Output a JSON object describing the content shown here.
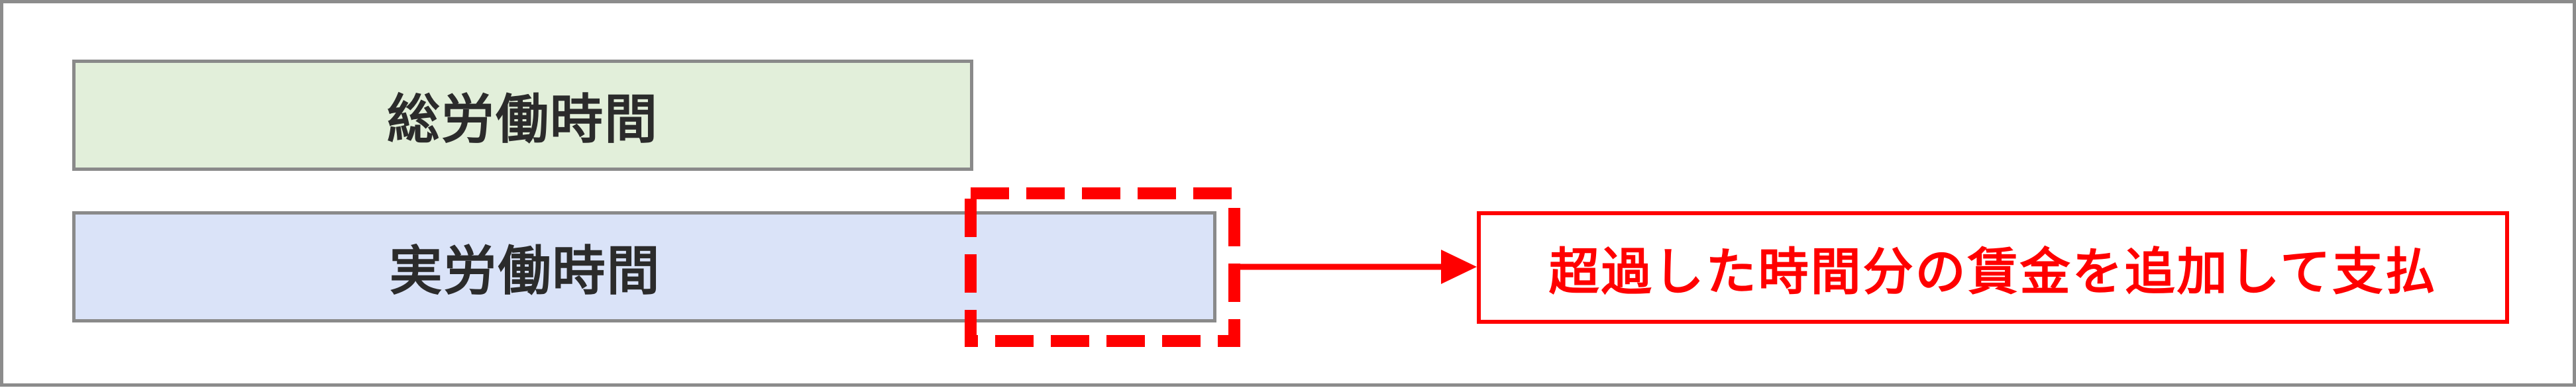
{
  "bars": {
    "total_label": "総労働時間",
    "actual_label": "実労働時間"
  },
  "callout": {
    "text": "超過した時間分の賃金を追加して支払"
  },
  "colors": {
    "total_fill": "#e2efda",
    "actual_fill": "#dae3f8",
    "border_gray": "#8a8a8a",
    "highlight_red": "#ff0000"
  },
  "icons": {
    "connector": "arrow-right-icon",
    "overtime_marker": "dashed-highlight-box"
  }
}
